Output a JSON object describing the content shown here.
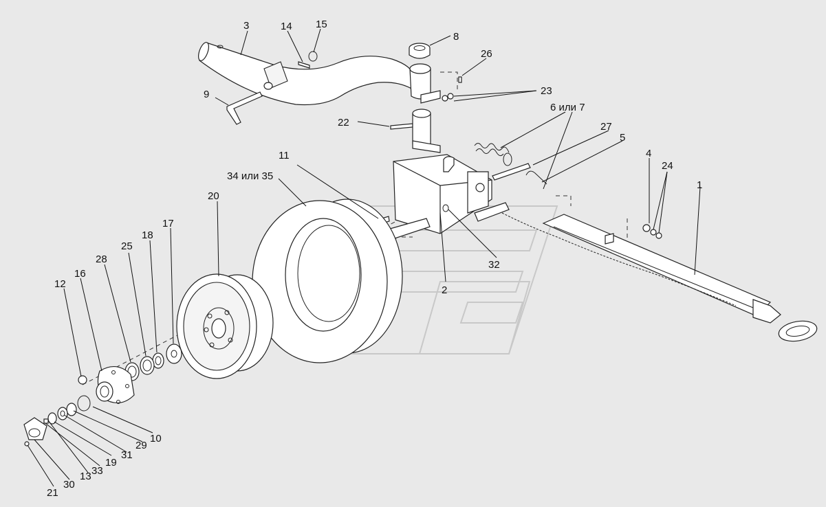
{
  "callouts": [
    {
      "id": "1",
      "label": "1"
    },
    {
      "id": "2",
      "label": "2"
    },
    {
      "id": "3",
      "label": "3"
    },
    {
      "id": "4",
      "label": "4"
    },
    {
      "id": "5",
      "label": "5"
    },
    {
      "id": "6",
      "label": "6 или 7"
    },
    {
      "id": "8",
      "label": "8"
    },
    {
      "id": "9",
      "label": "9"
    },
    {
      "id": "10",
      "label": "10"
    },
    {
      "id": "11",
      "label": "11"
    },
    {
      "id": "12",
      "label": "12"
    },
    {
      "id": "13",
      "label": "13"
    },
    {
      "id": "14",
      "label": "14"
    },
    {
      "id": "15",
      "label": "15"
    },
    {
      "id": "16",
      "label": "16"
    },
    {
      "id": "17",
      "label": "17"
    },
    {
      "id": "18",
      "label": "18"
    },
    {
      "id": "19",
      "label": "19"
    },
    {
      "id": "20",
      "label": "20"
    },
    {
      "id": "21",
      "label": "21"
    },
    {
      "id": "22",
      "label": "22"
    },
    {
      "id": "23",
      "label": "23"
    },
    {
      "id": "24",
      "label": "24"
    },
    {
      "id": "25",
      "label": "25"
    },
    {
      "id": "26",
      "label": "26"
    },
    {
      "id": "27",
      "label": "27"
    },
    {
      "id": "28",
      "label": "28"
    },
    {
      "id": "29",
      "label": "29"
    },
    {
      "id": "30",
      "label": "30"
    },
    {
      "id": "31",
      "label": "31"
    },
    {
      "id": "32",
      "label": "32"
    },
    {
      "id": "33",
      "label": "33"
    },
    {
      "id": "34",
      "label": "34 или 35"
    }
  ]
}
